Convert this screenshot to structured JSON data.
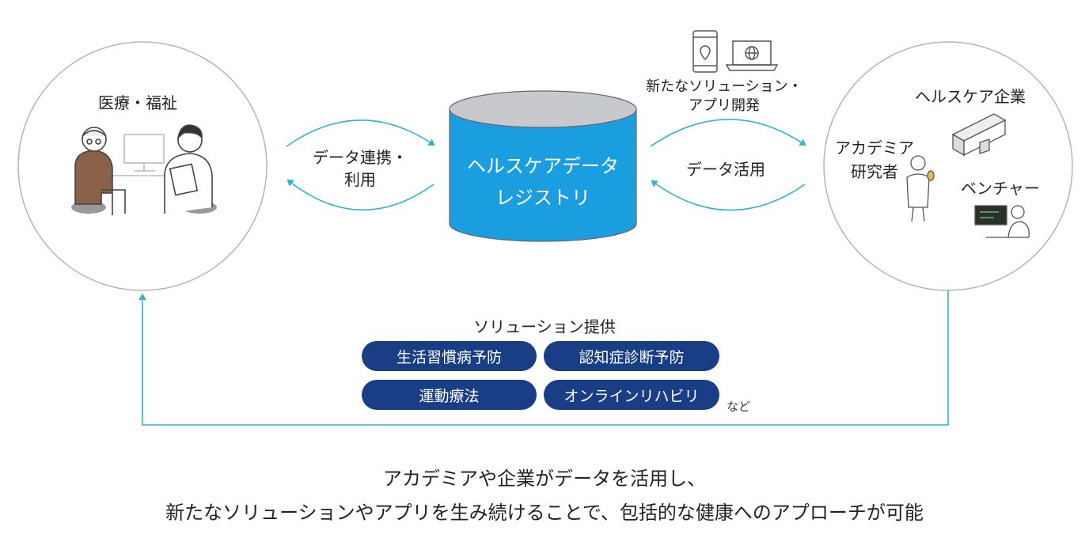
{
  "left_circle": {
    "title": "医療・福祉"
  },
  "left_flow": {
    "label_line1": "データ連携・",
    "label_line2": "利用"
  },
  "database": {
    "line1": "ヘルスケアデータ",
    "line2": "レジストリ"
  },
  "right_flow": {
    "label": "データ活用"
  },
  "app_dev": {
    "line1": "新たなソリューション・",
    "line2": "アプリ開発"
  },
  "right_circle": {
    "company": "ヘルスケア企業",
    "academia_line1": "アカデミア",
    "academia_line2": "研究者",
    "venture": "ベンチャー"
  },
  "solutions": {
    "title": "ソリューション提供",
    "items": [
      "生活習慣病予防",
      "認知症診断予防",
      "運動療法",
      "オンラインリハビリ"
    ],
    "etc": "など"
  },
  "footer": {
    "line1": "アカデミアや企業がデータを活用し、",
    "line2": "新たなソリューションやアプリを生み続けることで、包括的な健康へのアプローチが可能"
  },
  "colors": {
    "teal": "#2fb5c9",
    "navy": "#1a3e86",
    "db_blue": "#1a9ee0",
    "db_top": "#c8c9cc"
  }
}
